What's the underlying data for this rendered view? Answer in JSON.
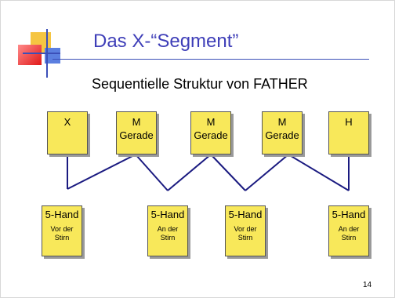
{
  "slide": {
    "title": "Das X-“Segment”",
    "subtitle": "Sequentielle Struktur von FATHER",
    "page_number": "14"
  },
  "top_boxes": [
    {
      "line1": "X",
      "line2": ""
    },
    {
      "line1": "M",
      "line2": "Gerade"
    },
    {
      "line1": "M",
      "line2": "Gerade"
    },
    {
      "line1": "M",
      "line2": "Gerade"
    },
    {
      "line1": "H",
      "line2": ""
    }
  ],
  "bottom_boxes": [
    {
      "label": "5-Hand",
      "sub1": "Vor der",
      "sub2": "Stirn"
    },
    {
      "label": "5-Hand",
      "sub1": "An der",
      "sub2": "Stirn"
    },
    {
      "label": "5-Hand",
      "sub1": "Vor der",
      "sub2": "Stirn"
    },
    {
      "label": "5-Hand",
      "sub1": "An der",
      "sub2": "Stirn"
    }
  ],
  "colors": {
    "title": "#3e3eb8",
    "box_fill": "#f8e85a",
    "connector": "#1a1a80"
  }
}
